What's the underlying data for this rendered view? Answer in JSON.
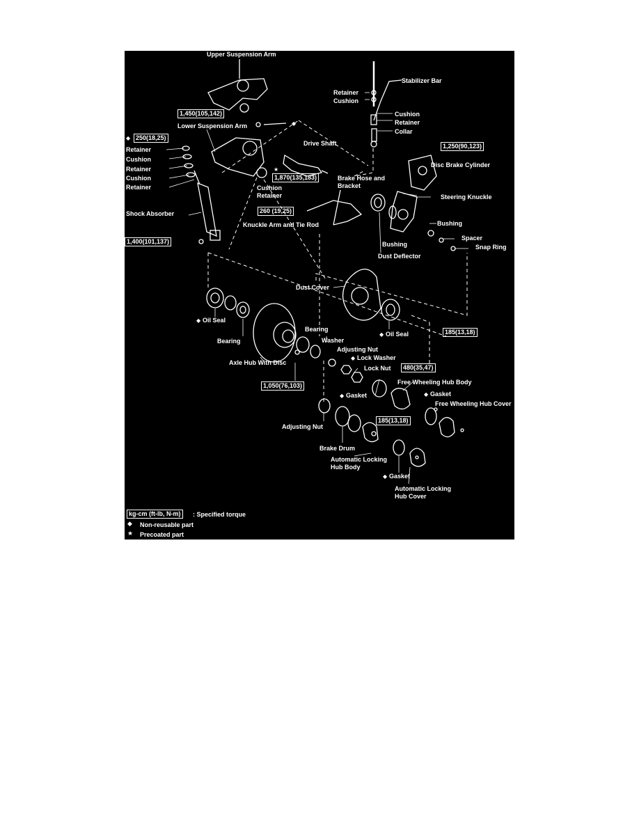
{
  "labels": {
    "upper_suspension_arm": "Upper Suspension Arm",
    "stabilizer_bar": "Stabilizer Bar",
    "retainer_top": "Retainer",
    "cushion_top": "Cushion",
    "cushion_right": "Cushion",
    "retainer_right": "Retainer",
    "collar": "Collar",
    "lower_suspension_arm": "Lower Suspension Arm",
    "retainer_1": "Retainer",
    "cushion_1": "Cushion",
    "retainer_2": "Retainer",
    "cushion_2": "Cushion",
    "retainer_3": "Retainer",
    "drive_shaft": "Drive Shaft",
    "disc_brake_cylinder": "Disc Brake Cylinder",
    "cushion_mid": "Cushion",
    "retainer_mid": "Retainer",
    "brake_hose_bracket": "Brake Hose and\nBracket",
    "steering_knuckle": "Steering Knuckle",
    "shock_absorber": "Shock Absorber",
    "knuckle_arm_tie_rod": "Knuckle Arm and Tie Rod",
    "bushing_right": "Bushing",
    "bushing_mid": "Bushing",
    "spacer": "Spacer",
    "snap_ring": "Snap Ring",
    "dust_deflector": "Dust Deflector",
    "dust_cover": "Dust Cover",
    "oil_seal_left": "Oil Seal",
    "oil_seal_right": "Oil Seal",
    "bearing_left": "Bearing",
    "bearing_mid": "Bearing",
    "washer": "Washer",
    "adjusting_nut_top": "Adjusting Nut",
    "lock_washer": "Lock Washer",
    "lock_nut": "Lock Nut",
    "axle_hub_with_disc": "Axle Hub With Disc",
    "free_wheeling_hub_body": "Free Wheeling Hub Body",
    "gasket_mid": "Gasket",
    "gasket_right": "Gasket",
    "free_wheeling_hub_cover": "Free Wheeling Hub Cover",
    "adjusting_nut_bottom": "Adjusting Nut",
    "brake_drum": "Brake Drum",
    "automatic_locking_hub_body": "Automatic Locking\nHub Body",
    "gasket_bottom": "Gasket",
    "automatic_locking_hub_cover": "Automatic Locking\nHub Cover"
  },
  "torques": {
    "t_1450": "1,450(105,142)",
    "t_250": "250(18,25)",
    "t_1250": "1,250(90,123)",
    "t_1870": "1,870(135,183)",
    "t_260": "260 (19,25)",
    "t_1400": "1,400(101,137)",
    "t_185_right": "185(13,18)",
    "t_480": "480(35,47)",
    "t_1050": "1,050(76,103)",
    "t_185_bottom": "185(13,18)"
  },
  "legend": {
    "unit_box": "kg-cm (ft-lb, N-m)",
    "unit_desc": ": Specified torque",
    "non_reusable_symbol": "◆",
    "non_reusable": "Non-reusable part",
    "precoated_symbol": "★",
    "precoated": "Precoated part"
  },
  "colors": {
    "background": "#000000",
    "ink": "#ffffff",
    "page": "#ffffff"
  }
}
